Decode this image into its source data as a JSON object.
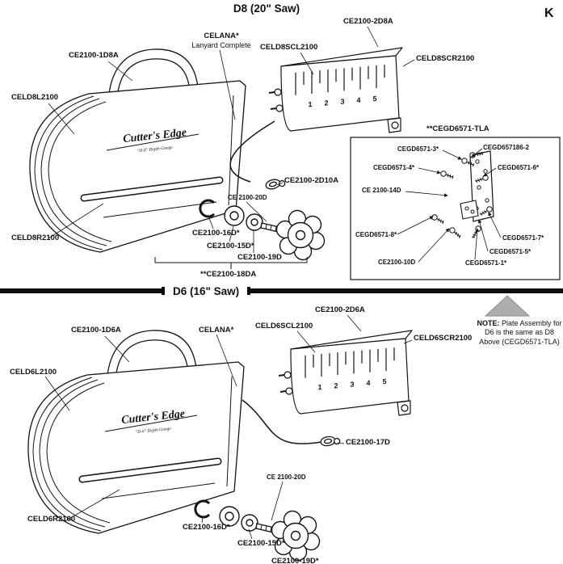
{
  "page": {
    "corner_letter": "K"
  },
  "brand": {
    "logo": "Cutter's Edge",
    "tagline_d8": "\"D-8\" Depth Gauge",
    "tagline_d6": "\"D-6\" Depth Gauge"
  },
  "scale": {
    "ticks": [
      "1",
      "2",
      "3",
      "4",
      "5"
    ]
  },
  "d8": {
    "title": "D8 (20\" Saw)",
    "labels": {
      "handle": "CE2100-1D8A",
      "lanyard_line1": "CELANA*",
      "lanyard_line2": "Lanyard Complete",
      "scale_assembly": "CE2100-2D8A",
      "scale_left": "CELD8SCL2100",
      "scale_right": "CELD8SCR2100",
      "body_left": "CELD8L2100",
      "body_right": "CELD8R2100",
      "lanyard_clip": "CE2100-2D10A",
      "knob_screw": "CE 2100-20D",
      "retaining_ring": "CE2100-16D*",
      "washer": "CE2100-15D*",
      "washer_inner": "CE2100-19D",
      "knob_assembly": "**CE2100-18DA"
    }
  },
  "inset": {
    "title": "**CEGD6571-TLA",
    "labels": {
      "l3": "CEGD6571-3*",
      "l86": "CEGD657186-2",
      "l4": "CEGD6571-4*",
      "l6": "CEGD6571-6*",
      "l14": "CE 2100-14D",
      "l8": "CEGD6571-8*",
      "l7": "CEGD6571-7*",
      "l5": "CEGD6571-5*",
      "l10": "CE2100-10D",
      "l1": "CEGD6571-1*"
    }
  },
  "d6": {
    "title": "D6 (16\" Saw)",
    "labels": {
      "handle": "CE2100-1D6A",
      "lanyard": "CELANA*",
      "scale_assembly": "CE2100-2D6A",
      "scale_left": "CELD6SCL2100",
      "scale_right": "CELD6SCR2100",
      "body_left": "CELD6L2100",
      "body_right": "CELD6R2100",
      "lanyard_clip": "CE2100-17D",
      "knob_screw": "CE 2100-20D",
      "retaining_ring": "CE2100-16D*",
      "washer": "CE2100-15D*",
      "washer_inner": "CE2100-19D*"
    }
  },
  "note": {
    "heading": "NOTE:",
    "body": "Plate Assembly for D6 is the same as D8 Above (CEGD6571-TLA)"
  }
}
